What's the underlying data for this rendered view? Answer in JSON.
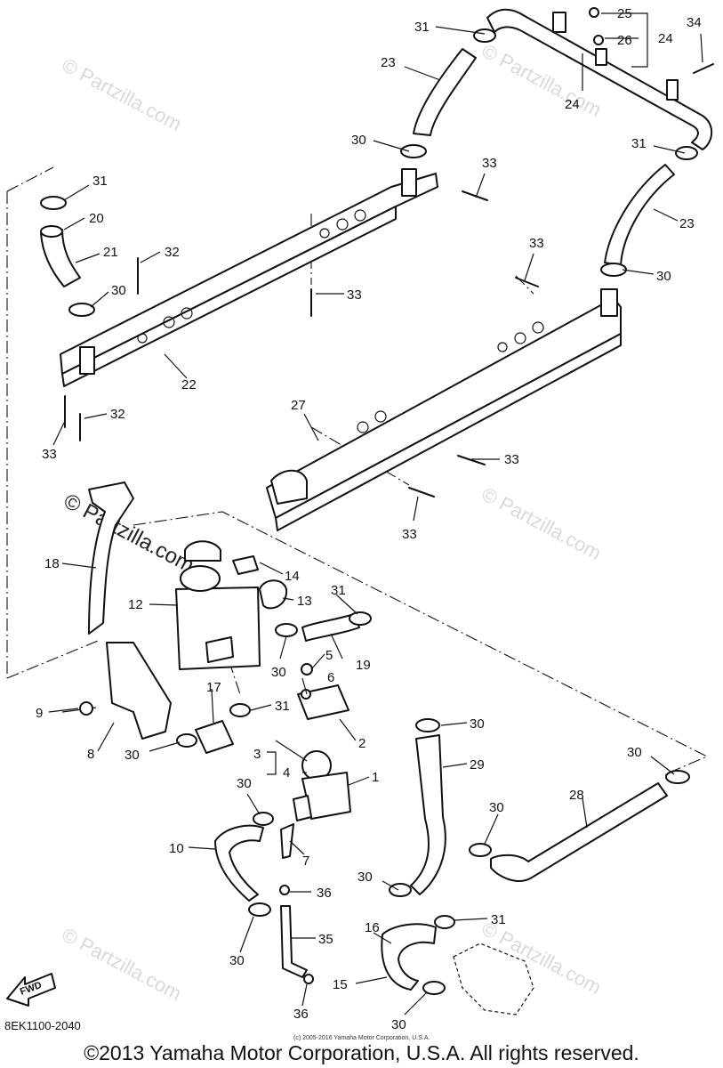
{
  "watermark": "© Partzilla.com",
  "watermark_highlight": "© Partzilla.com",
  "part_code": "8EK1100-2040",
  "small_copyright": "(c) 2005-2016 Yamaha Motor Corporation, U.S.A.",
  "copyright": "©2013 Yamaha Motor Corporation, U.S.A. All rights reserved.",
  "fwd_label": "FWD",
  "callouts": {
    "c1": "1",
    "c2": "2",
    "c3": "3",
    "c4": "4",
    "c5": "5",
    "c6": "6",
    "c7": "7",
    "c8": "8",
    "c9": "9",
    "c10": "10",
    "c12": "12",
    "c13": "13",
    "c14": "14",
    "c15": "15",
    "c16": "16",
    "c17": "17",
    "c18": "18",
    "c19": "19",
    "c20": "20",
    "c21": "21",
    "c22": "22",
    "c23": "23",
    "c24": "24",
    "c25": "25",
    "c26": "26",
    "c27": "27",
    "c28": "28",
    "c29": "29",
    "c30": "30",
    "c31": "31",
    "c32": "32",
    "c33": "33",
    "c34": "34",
    "c35": "35",
    "c36": "36"
  }
}
